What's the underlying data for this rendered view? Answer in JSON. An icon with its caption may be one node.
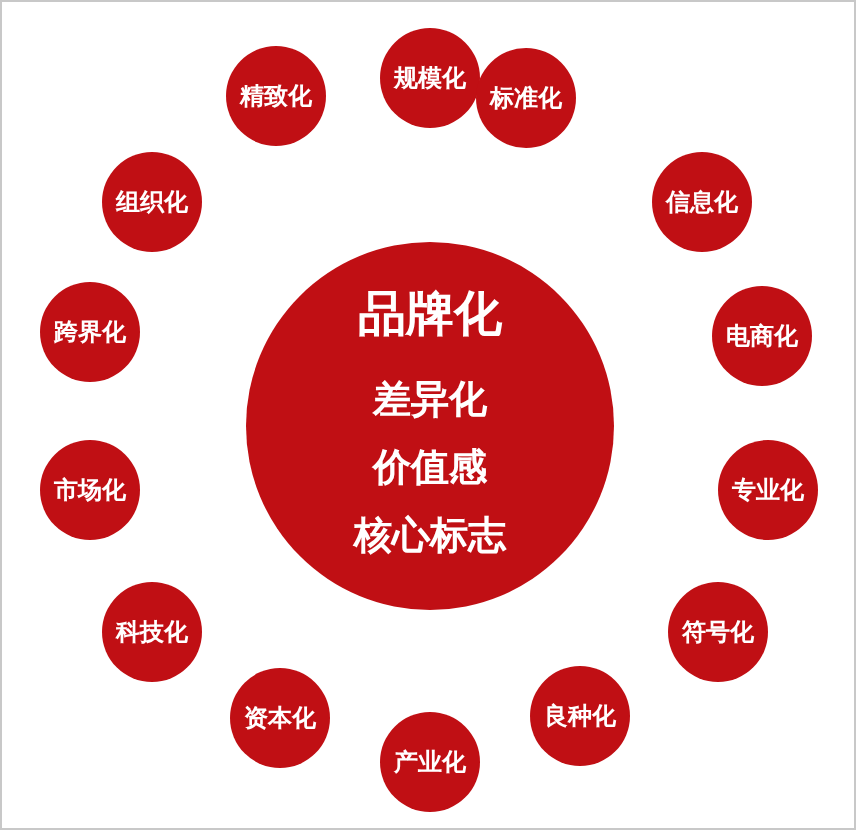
{
  "diagram": {
    "nodes": [
      {
        "text": [
          "品牌化",
          "差异化",
          "价值感",
          "核心标志"
        ]
      },
      {
        "text": [
          "规模化"
        ]
      },
      {
        "text": [
          "标准化"
        ]
      },
      {
        "text": [
          "信息化"
        ]
      },
      {
        "text": [
          "电商化"
        ]
      },
      {
        "text": [
          "专业化"
        ]
      },
      {
        "text": [
          "符号化"
        ]
      },
      {
        "text": [
          "良种化"
        ]
      },
      {
        "text": [
          "产业化"
        ]
      },
      {
        "text": [
          "资本化"
        ]
      },
      {
        "text": [
          "科技化"
        ]
      },
      {
        "text": [
          "市场化"
        ]
      },
      {
        "text": [
          "跨界化"
        ]
      },
      {
        "text": [
          "组织化"
        ]
      },
      {
        "text": [
          "精致化"
        ]
      }
    ]
  }
}
